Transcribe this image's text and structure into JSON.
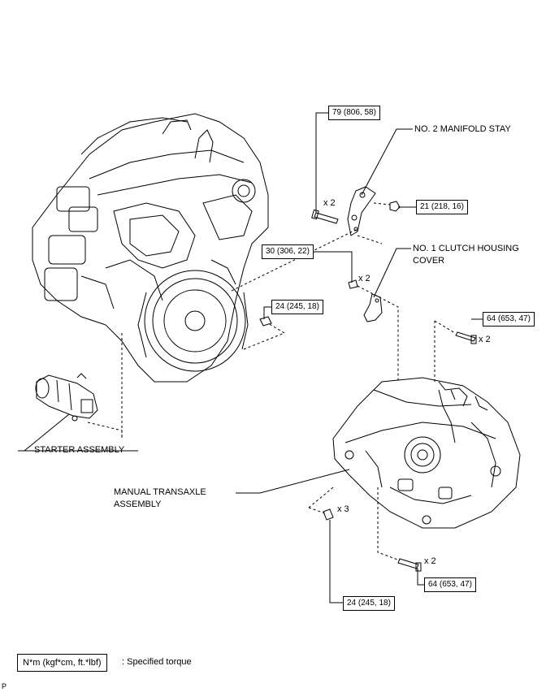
{
  "torques": {
    "t1": "79 (806, 58)",
    "t2": "21 (218, 16)",
    "t3": "30 (306, 22)",
    "t4": "24 (245, 18)",
    "t5": "64 (653, 47)",
    "t6": "64 (653, 47)",
    "t7": "24 (245, 18)"
  },
  "labels": {
    "manifold_stay": "NO. 2 MANIFOLD STAY",
    "clutch_cover_line1": "NO. 1 CLUTCH HOUSING",
    "clutch_cover_line2": "COVER",
    "starter": "STARTER ASSEMBLY",
    "transaxle_line1": "MANUAL TRANSAXLE",
    "transaxle_line2": "ASSEMBLY"
  },
  "quantities": {
    "q1": "x 2",
    "q2": "x 2",
    "q3": "x 2",
    "q4": "x 3",
    "q5": "x 2"
  },
  "legend": {
    "box": "N*m (kgf*cm, ft.*lbf)",
    "text": ": Specified torque"
  },
  "corner_mark": "P"
}
